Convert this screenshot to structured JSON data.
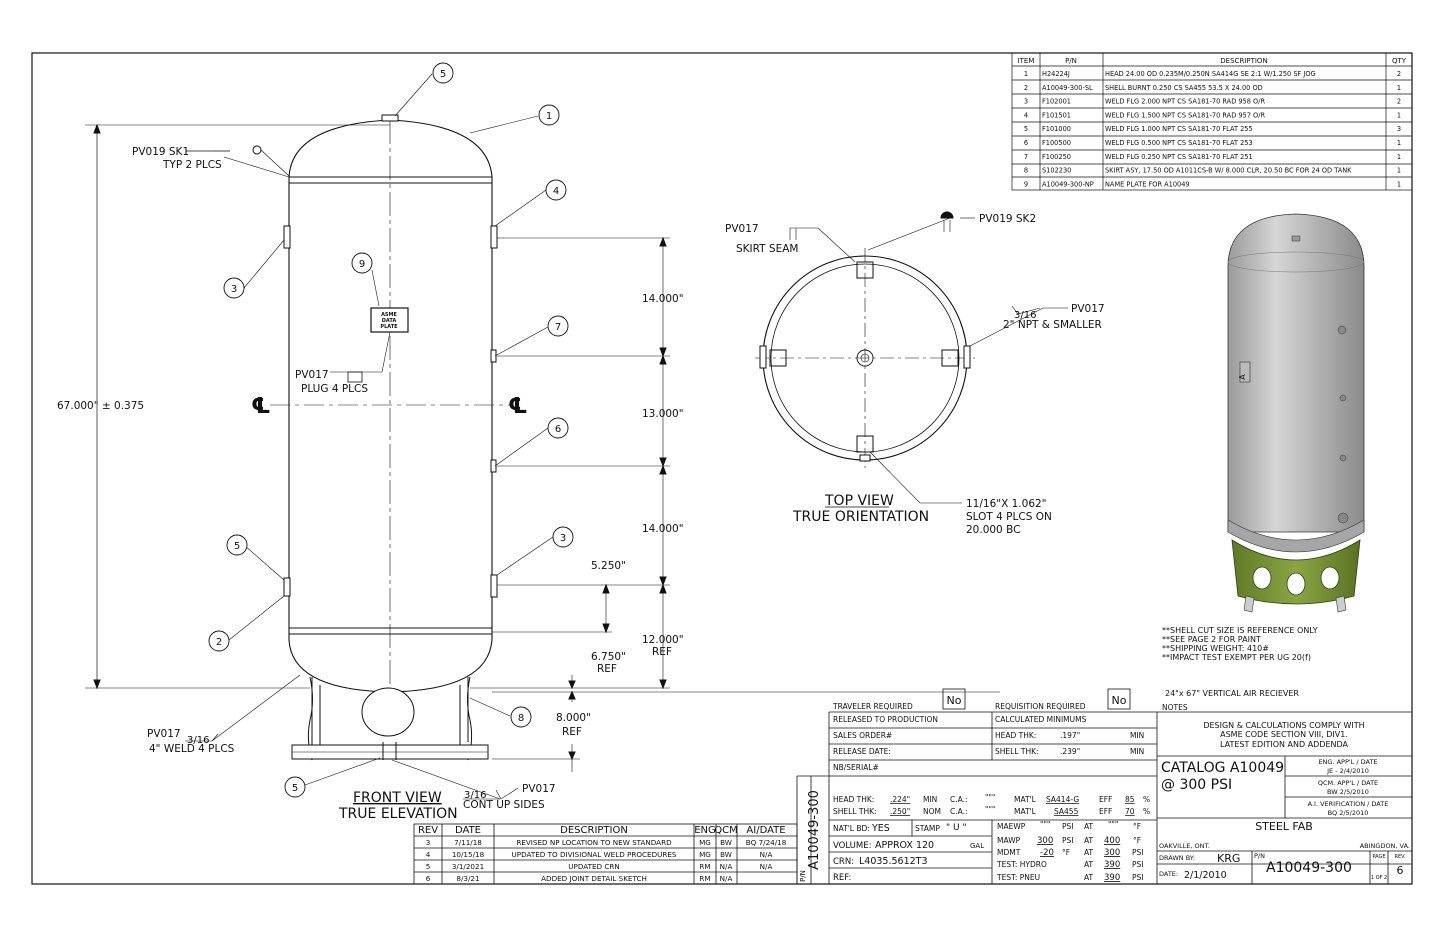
{
  "colors": {
    "ink": "#111111",
    "tank_gray": "#bdbdbd",
    "skirt_green": "#7f9a3a"
  },
  "bom": {
    "headers": [
      "ITEM",
      "P/N",
      "DESCRIPTION",
      "QTY"
    ],
    "rows": [
      [
        "1",
        "H24224J",
        "HEAD 24.00 OD 0.235M/0.250N SA414G SE 2:1 W/1.250 SF JOG",
        "2"
      ],
      [
        "2",
        "A10049-300-SL",
        "SHELL BURNT 0.250 CS SA455 53.5 X 24.00 OD",
        "1"
      ],
      [
        "3",
        "F102001",
        "WELD FLG 2.000 NPT CS SA181-70 RAD 958 O/R",
        "2"
      ],
      [
        "4",
        "F101501",
        "WELD FLG 1.500 NPT CS SA181-70 RAD 957 O/R",
        "1"
      ],
      [
        "5",
        "F101000",
        "WELD FLG 1.000 NPT CS SA181-70 FLAT 255",
        "3"
      ],
      [
        "6",
        "F100500",
        "WELD FLG 0.500 NPT CS SA181-70 FLAT 253",
        "1"
      ],
      [
        "7",
        "F100250",
        "WELD FLG 0.250 NPT CS SA181-70 FLAT 251",
        "1"
      ],
      [
        "8",
        "S102230",
        "SKIRT ASY, 17.50 OD A1011CS-B W/ 8.000 CLR, 20.50 BC FOR 24 OD TANK",
        "1"
      ],
      [
        "9",
        "A10049-300-NP",
        "NAME PLATE FOR A10049",
        "1"
      ]
    ]
  },
  "front": {
    "pv019_sk1": "PV019 SK1",
    "typ_2_plcs": "TYP 2 PLCS",
    "overall_dim": "67.000\" ± 0.375",
    "data_plate": [
      "ASME",
      "DATA",
      "PLATE"
    ],
    "pv017_plug": "PV017",
    "plug_4_plcs": "PLUG 4 PLCS",
    "centerline": "℄",
    "dim_14a": "14.000\"",
    "dim_13": "13.000\"",
    "dim_14b": "14.000\"",
    "dim_5250": "5.250\"",
    "dim_12": "12.000\"",
    "ref": "REF",
    "dim_6750": "6.750\"",
    "dim_8": "8.000\"",
    "pv017_weld": "PV017",
    "weld_3_16": "3/16",
    "weld_4plcs": "4\" WELD 4 PLCS",
    "cont_3_16": "3/16",
    "cont_pv017": "PV017",
    "cont_up_sides": "CONT UP SIDES",
    "title": "FRONT VIEW",
    "subtitle": "TRUE ELEVATION"
  },
  "balloons": {
    "b5a": "5",
    "b1": "1",
    "b4": "4",
    "b3a": "3",
    "b9": "9",
    "b7": "7",
    "b6": "6",
    "b3b": "3",
    "b5b": "5",
    "b2": "2",
    "b8": "8",
    "b5c": "5"
  },
  "top": {
    "pv017": "PV017",
    "skirt_seam": "SKIRT SEAM",
    "pv019_sk2": "PV019 SK2",
    "weld_3_16": "3/16",
    "pv017_b": "PV017",
    "npt_smaller": "2\" NPT & SMALLER",
    "slot_1": "11/16\"X 1.062\"",
    "slot_2": "SLOT 4 PLCS ON",
    "slot_3": "20.000 BC",
    "title": "TOP VIEW",
    "subtitle": "TRUE ORIENTATION"
  },
  "notes": [
    "**SHELL CUT SIZE IS REFERENCE ONLY",
    "**SEE PAGE 2 FOR PAINT",
    "**SHIPPING WEIGHT: 410#",
    "**IMPACT TEST EXEMPT PER UG 20(f)"
  ],
  "iso_plate": "A",
  "rev": {
    "headers": [
      "REV",
      "DATE",
      "DESCRIPTION",
      "ENG",
      "QCM",
      "AI/DATE"
    ],
    "rows": [
      [
        "3",
        "7/11/18",
        "REVISED NP LOCATION TO NEW STANDARD",
        "MG",
        "BW",
        "BQ 7/24/18"
      ],
      [
        "4",
        "10/15/18",
        "UPDATED TO DIVISIONAL WELD PROCEDURES",
        "MG",
        "BW",
        "N/A"
      ],
      [
        "5",
        "3/1/2021",
        "UPDATED CRN",
        "RM",
        "N/A",
        "N/A"
      ],
      [
        "6",
        "8/3/21",
        "ADDED JOINT DETAIL SKETCH",
        "RM",
        "N/A",
        ""
      ]
    ]
  },
  "tb": {
    "traveler_required": "TRAVELER REQUIRED",
    "traveler_val": "No",
    "requisition_required": "REQUISITION REQUIRED",
    "requisition_val": "No",
    "tank_desc": "24\"x 67\" VERTICAL  AIR RECIEVER",
    "notes_label": "NOTES",
    "released_prod": "RELEASED TO PRODUCTION",
    "calc_min": "CALCULATED MINIMUMS",
    "sales_order": "SALES ORDER#",
    "head_thk": "HEAD THK:",
    "head_thk_val": ".197\"",
    "min": "MIN",
    "release_date": "RELEASE DATE:",
    "shell_thk": "SHELL THK:",
    "shell_thk_val": ".239\"",
    "design_1": "DESIGN & CALCULATIONS COMPLY WITH",
    "design_2": "ASME CODE SECTION VIII, DIV1.",
    "design_3": "LATEST EDITION AND ADDENDA",
    "nb_serial": "NB/SERIAL#",
    "vert_pn": "A10049-300",
    "catalog": "CATALOG A10049",
    "psi": "@ 300 PSI",
    "eng_appl": "ENG. APP'L / DATE",
    "eng_val": "JE - 2/4/2010",
    "qcm_appl": "QCM. APP'L / DATE",
    "qcm_val": "BW 2/5/2010",
    "ai_ver": "A.I. VERIFICATION / DATE",
    "ai_val": "BQ 2/5/2010",
    "head_thk2": "HEAD THK:",
    "head_thk2_val": ".224\"",
    "min2": "MIN",
    "ca": "C.A.:",
    "ca_val": "\"\"\"",
    "matl": "MAT'L",
    "matl_head": "SA414-G",
    "eff": "EFF",
    "eff_head": "85",
    "pct": "%",
    "shell_thk2": "SHELL THK:",
    "shell_thk2_val": ".250\"",
    "nom": "NOM",
    "matl_shell": "SA455",
    "eff_shell": "70",
    "natl_bd": "NAT'L BD:",
    "natl_bd_val": "YES",
    "stamp": "STAMP",
    "stamp_val": "\"  U  \"",
    "maewp": "MAEWP",
    "maewp_val": "\"\"\"",
    "psi_u": "PSI",
    "at": "AT",
    "at_val1": "\"\"\"",
    "deg_f": "°F",
    "steel_fab": "STEEL FAB",
    "volume": "VOLUME:",
    "volume_val": "APPROX 120",
    "gal": "GAL",
    "mawp": "MAWP",
    "mawp_val": "300",
    "at_val2": "400",
    "oakville": "OAKVILLE, ONT.",
    "abingdon": "ABINGDON, VA.",
    "crn": "CRN:",
    "crn_val": "L4035.5612T3",
    "mdmt": "MDMT",
    "mdmt_val": "-20",
    "at_val3": "300",
    "drawn_by": "DRAWN BY:",
    "drawn_val": "KRG",
    "pn_label": "P/N",
    "pn_val": "A10049-300",
    "page": "PAGE",
    "page_val": "1 OF 2",
    "rev_label": "REV.",
    "rev_val": "6",
    "ref": "REF:",
    "test_hydro": "TEST:  HYDRO",
    "at_val4": "390",
    "test_pneu": "TEST:  PNEU",
    "at_val5": "390",
    "date_label": "DATE:",
    "date_val": "2/1/2010",
    "pn_vertical": "P/N"
  }
}
